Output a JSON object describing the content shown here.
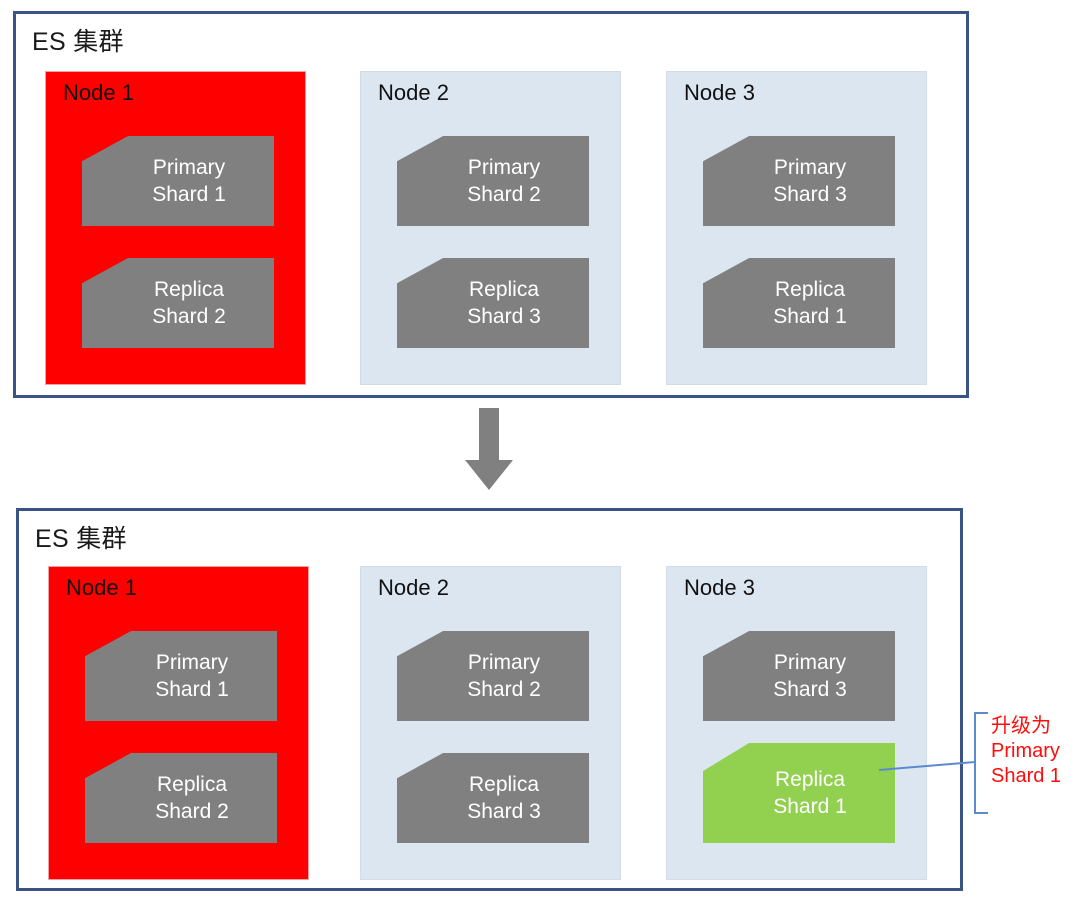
{
  "diagram": {
    "title": "Elasticsearch cluster shard failover",
    "colors": {
      "cluster_border": "#3a5485",
      "node_normal": "#dce6f1",
      "node_failed": "#ff0000",
      "shard_normal": "#808080",
      "shard_promoted": "#92d050",
      "annotation": "#ff0d0d",
      "leader_line": "#5b8ad1",
      "arrow": "#808080"
    }
  },
  "top_cluster": {
    "title": "ES 集群",
    "nodes": [
      {
        "name": "Node 1",
        "state": "failed",
        "shards": [
          {
            "role": "Primary",
            "id": "Shard 1",
            "state": "normal"
          },
          {
            "role": "Replica",
            "id": "Shard 2",
            "state": "normal"
          }
        ]
      },
      {
        "name": "Node 2",
        "state": "normal",
        "shards": [
          {
            "role": "Primary",
            "id": "Shard 2",
            "state": "normal"
          },
          {
            "role": "Replica",
            "id": "Shard 3",
            "state": "normal"
          }
        ]
      },
      {
        "name": "Node 3",
        "state": "normal",
        "shards": [
          {
            "role": "Primary",
            "id": "Shard 3",
            "state": "normal"
          },
          {
            "role": "Replica",
            "id": "Shard 1",
            "state": "normal"
          }
        ]
      }
    ]
  },
  "bottom_cluster": {
    "title": "ES 集群",
    "nodes": [
      {
        "name": "Node 1",
        "state": "failed",
        "shards": [
          {
            "role": "Primary",
            "id": "Shard 1",
            "state": "normal"
          },
          {
            "role": "Replica",
            "id": "Shard 2",
            "state": "normal"
          }
        ]
      },
      {
        "name": "Node 2",
        "state": "normal",
        "shards": [
          {
            "role": "Primary",
            "id": "Shard 2",
            "state": "normal"
          },
          {
            "role": "Replica",
            "id": "Shard 3",
            "state": "normal"
          }
        ]
      },
      {
        "name": "Node 3",
        "state": "normal",
        "shards": [
          {
            "role": "Primary",
            "id": "Shard 3",
            "state": "normal"
          },
          {
            "role": "Replica",
            "id": "Shard 1",
            "state": "promoted"
          }
        ]
      }
    ]
  },
  "annotation": {
    "line1": "升级为",
    "line2": "Primary",
    "line3": "Shard 1"
  },
  "transition": {
    "arrow_icon": "arrow-down-icon"
  }
}
